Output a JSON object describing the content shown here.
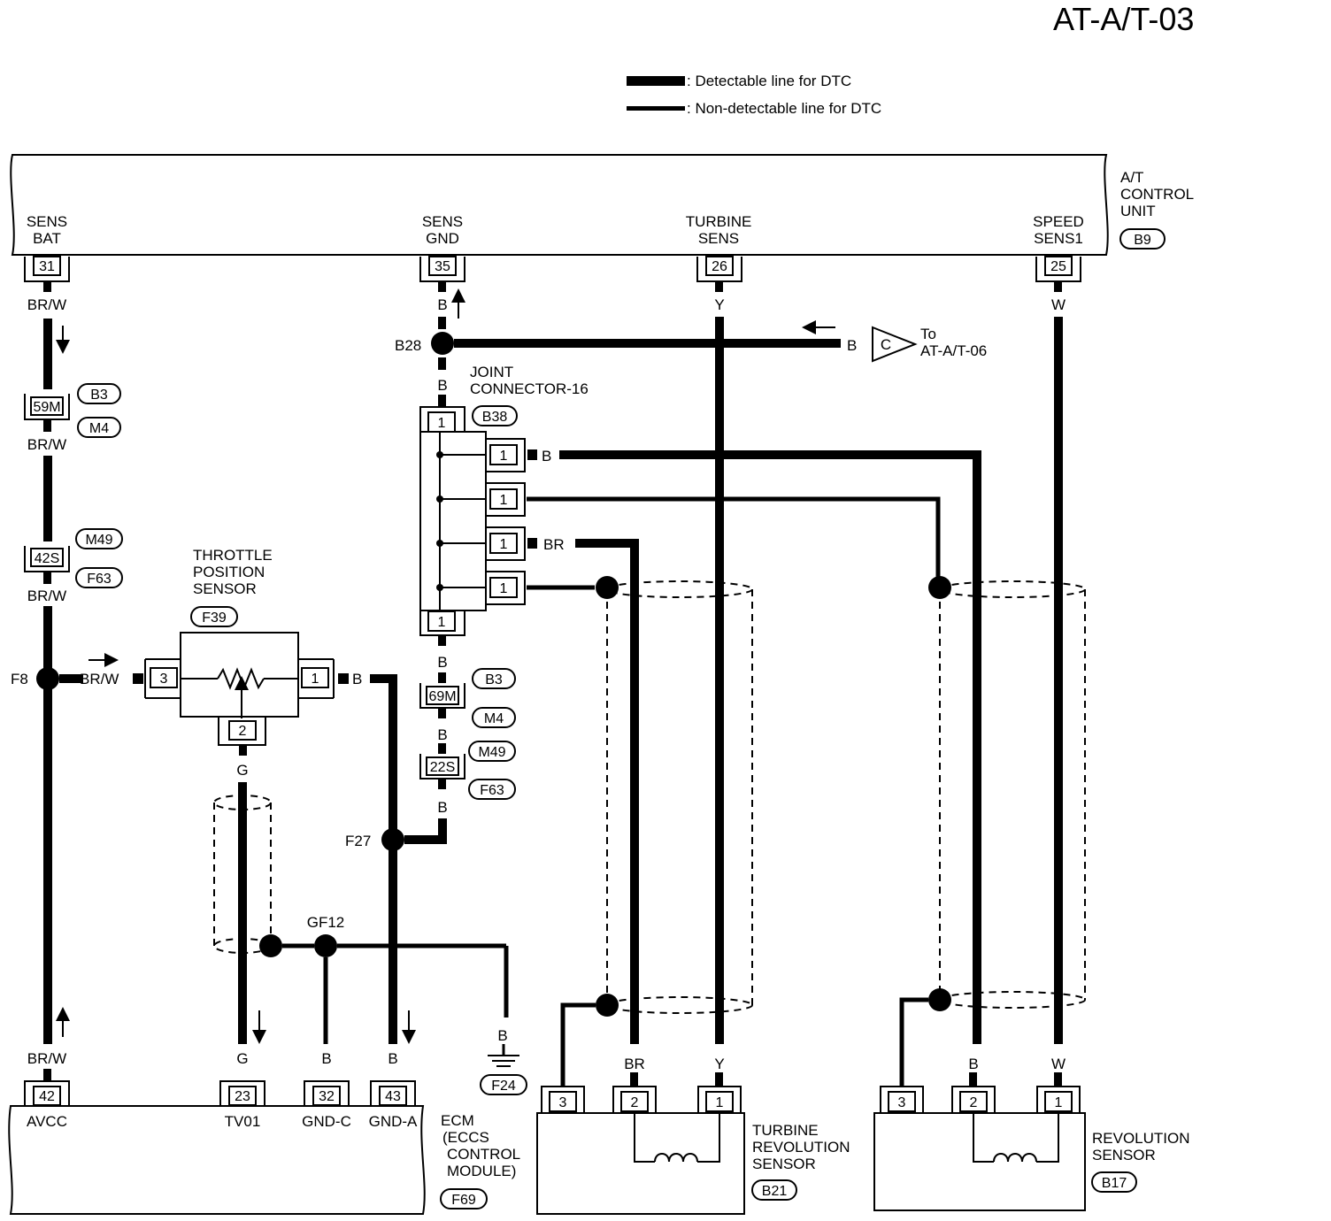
{
  "page_title": "AT-A/T-03",
  "legend": {
    "detectable": ": Detectable line for DTC",
    "non_detectable": ": Non-detectable line for DTC"
  },
  "tcm": {
    "name_lines": [
      "A/T",
      "CONTROL",
      "UNIT"
    ],
    "ref": "B9",
    "terminals": [
      {
        "label": [
          "SENS",
          "BAT"
        ],
        "pin": "31"
      },
      {
        "label": [
          "SENS",
          "GND"
        ],
        "pin": "35"
      },
      {
        "label": [
          "TURBINE",
          "SENS"
        ],
        "pin": "26"
      },
      {
        "label": [
          "SPEED",
          "SENS1"
        ],
        "pin": "25"
      }
    ]
  },
  "wires": {
    "brw": "BR/W",
    "b": "B",
    "y": "Y",
    "w": "W",
    "g": "G",
    "br": "BR"
  },
  "connectors": {
    "c59m": "59M",
    "c42s": "42S",
    "c69m": "69M",
    "c22s": "22S",
    "b3": "B3",
    "m4": "M4",
    "m49": "M49",
    "f63": "F63"
  },
  "junctions": {
    "b28": "B28",
    "f8": "F8",
    "f27": "F27",
    "gf12": "GF12"
  },
  "offpage": {
    "letter": "C",
    "to_lines": [
      "To",
      "AT-A/T-06"
    ]
  },
  "joint_connector": {
    "name_lines": [
      "JOINT",
      "CONNECTOR-16"
    ],
    "ref": "B38",
    "pin": "1"
  },
  "throttle_sensor": {
    "name_lines": [
      "THROTTLE",
      "POSITION",
      "SENSOR"
    ],
    "ref": "F39",
    "pins": [
      "3",
      "1",
      "2"
    ]
  },
  "ground": {
    "ref": "F24"
  },
  "ecm": {
    "name_lines": [
      "ECM",
      "(ECCS",
      "CONTROL",
      "MODULE)"
    ],
    "ref": "F69",
    "terminals": [
      {
        "label": "AVCC",
        "pin": "42"
      },
      {
        "label": "TV01",
        "pin": "23"
      },
      {
        "label": "GND-C",
        "pin": "32"
      },
      {
        "label": "GND-A",
        "pin": "43"
      }
    ]
  },
  "turbine_sensor": {
    "name_lines": [
      "TURBINE",
      "REVOLUTION",
      "SENSOR"
    ],
    "ref": "B21",
    "pins": [
      "3",
      "2",
      "1"
    ]
  },
  "revolution_sensor": {
    "name_lines": [
      "REVOLUTION",
      "SENSOR"
    ],
    "ref": "B17",
    "pins": [
      "3",
      "2",
      "1"
    ]
  }
}
